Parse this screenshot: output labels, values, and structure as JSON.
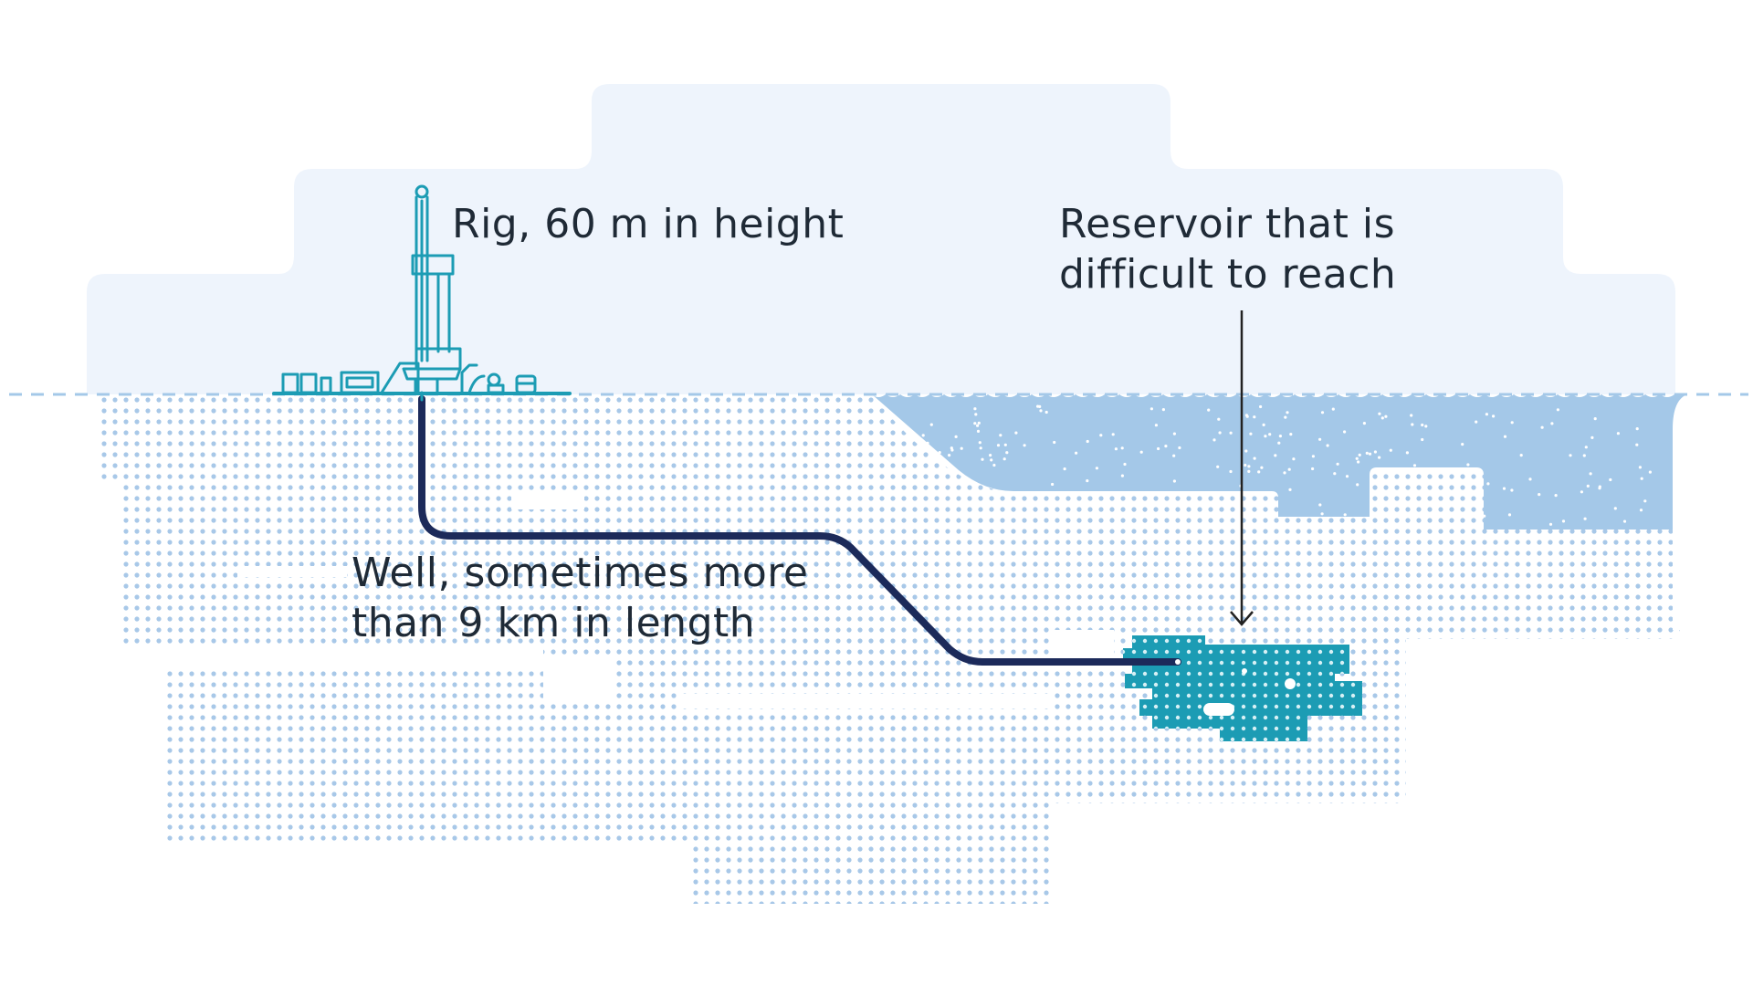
{
  "labels": {
    "rig": [
      "Rig, 60 m in height"
    ],
    "reservoir": [
      "Reservoir that is",
      "difficult to reach"
    ],
    "well": [
      "Well, sometimes more",
      "than 9 km in length"
    ]
  },
  "colors": {
    "sky": "#eef4fc",
    "ground_dots": "#a8c8e8",
    "sea": "#a4c8e8",
    "sea_dots": "#ffffff",
    "reservoir": "#1c9cb4",
    "reservoir_dots": "#d6f0f5",
    "rig": "#1c9cb4",
    "well": "#1c2a5a",
    "pointer": "#222222",
    "text": "#1f2a36",
    "waterline": "#a4c8e8"
  },
  "icons": {
    "rig": "drilling-rig-icon",
    "pointer": "arrow-down-icon"
  }
}
